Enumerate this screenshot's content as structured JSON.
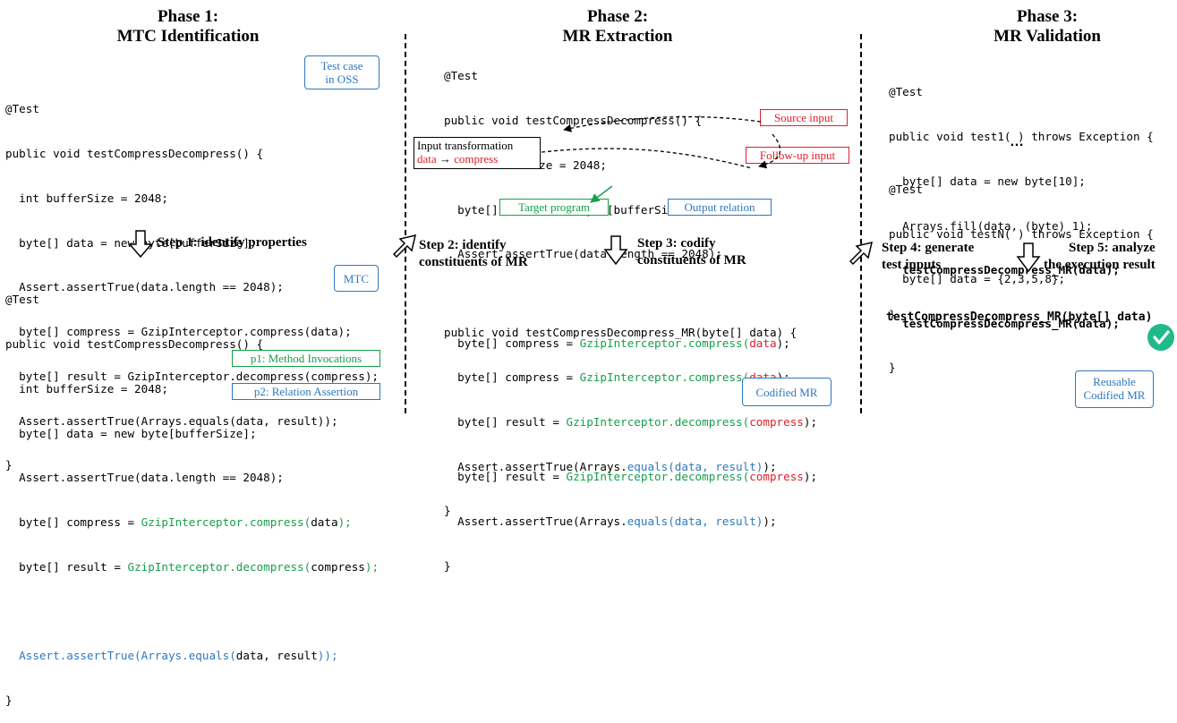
{
  "phases": [
    {
      "line1": "Phase 1:",
      "line2": "MTC Identification"
    },
    {
      "line1": "Phase 2:",
      "line2": "MR Extraction"
    },
    {
      "line1": "Phase 3:",
      "line2": "MR Validation"
    }
  ],
  "labels": {
    "test_case_oss": [
      "Test case",
      "in OSS"
    ],
    "mtc": "MTC",
    "p1": "p1: Method Invocations",
    "p2": "p2: Relation Assertion",
    "source_input": "Source input",
    "followup_input": "Follow-up input",
    "input_transformation_title": "Input transformation",
    "input_transformation_from": "data",
    "input_transformation_arrow": "→",
    "input_transformation_to": "compress",
    "target_program": "Target program",
    "output_relation": "Output relation",
    "codified_mr": "Codified MR",
    "reusable_codified_mr": [
      "Reusable",
      "Codified MR"
    ],
    "ellipsis": "…"
  },
  "steps": [
    {
      "lines": [
        "Step 1:  identify properties"
      ]
    },
    {
      "lines": [
        "Step 2: identify",
        "constituents of MR"
      ]
    },
    {
      "lines": [
        "Step 3: codify",
        "constituents of MR"
      ]
    },
    {
      "lines": [
        "Step 4: generate",
        "test inputs"
      ]
    },
    {
      "lines": [
        "Step 5: analyze",
        "the execution result"
      ]
    }
  ],
  "code": {
    "p1_top": [
      "@Test",
      "public void testCompressDecompress() {",
      "  int bufferSize = 2048;",
      "  byte[] data = new byte[bufferSize];",
      "  Assert.assertTrue(data.length == 2048);",
      "  byte[] compress = GzipInterceptor.compress(data);",
      "  byte[] result = GzipInterceptor.decompress(compress);",
      "  Assert.assertTrue(Arrays.equals(data, result));",
      "}"
    ],
    "p1_bottom": {
      "l1": "@Test",
      "l2": "public void testCompressDecompress() {",
      "l3": "  int bufferSize = 2048;",
      "l4": "  byte[] data = new byte[bufferSize];",
      "l5": "  Assert.assertTrue(data.length == 2048);",
      "l6a": "  byte[] compress = ",
      "l6b": "GzipInterceptor.compress(",
      "l6c": "data",
      "l6d": ");",
      "l7a": "  byte[] result = ",
      "l7b": "GzipInterceptor.decompress(",
      "l7c": "compress",
      "l7d": ");",
      "l8a": "  Assert.assertTrue(Arrays.equals(",
      "l8b": "data, result",
      "l8c": "));",
      "l9": "}"
    },
    "p2_top": {
      "l1": "@Test",
      "l2": "public void testCompressDecompress() {",
      "l3": "  int bufferSize = 2048;",
      "l4": "  byte[] data = new byte[bufferSize];",
      "l5": "  Assert.assertTrue(data.length == 2048);",
      "l6a": "  byte[] compress = ",
      "l6b": "GzipInterceptor.compress(",
      "l6c": "data",
      "l6d": ");",
      "l7a": "  byte[] result = ",
      "l7b": "GzipInterceptor.decompress(",
      "l7c": "compress",
      "l7d": ");",
      "l8a": "  Assert.assertTrue(Arrays.",
      "l8b": "equals(data, result)",
      "l8c": ");",
      "l9": "}"
    },
    "p2_bottom": {
      "l1": "public void testCompressDecompress_MR(byte[] data) {",
      "l2a": "  byte[] compress = ",
      "l2b": "GzipInterceptor.compress(",
      "l2c": "data",
      "l2d": ");",
      "l3a": "  byte[] result = ",
      "l3b": "GzipInterceptor.decompress(",
      "l3c": "compress",
      "l3d": ");",
      "l4a": "  Assert.assertTrue(Arrays.",
      "l4b": "equals(data, result)",
      "l4c": ");",
      "l5": "}"
    },
    "p3_test1": [
      "@Test",
      "public void test1( ) throws Exception {",
      "  byte[] data = new byte[10];",
      "  Arrays.fill(data, (byte) 1);",
      "  testCompressDecompress_MR(data);",
      "}"
    ],
    "p3_testN": [
      "@Test",
      "public void testN( ) throws Exception {",
      "  byte[] data = {2,3,5,8};",
      "  testCompressDecompress_MR(data);",
      "}"
    ],
    "p3_signature": "testCompressDecompress_MR(byte[] data)"
  },
  "colors": {
    "method_invocation": "#15a04a",
    "input": "#e0202a",
    "relation": "#2f78be",
    "label_box": "#2f78be",
    "check": "#20b98a"
  },
  "icons": [
    "down-arrow-icon",
    "diagonal-arrow-icon",
    "check-circle-icon"
  ]
}
